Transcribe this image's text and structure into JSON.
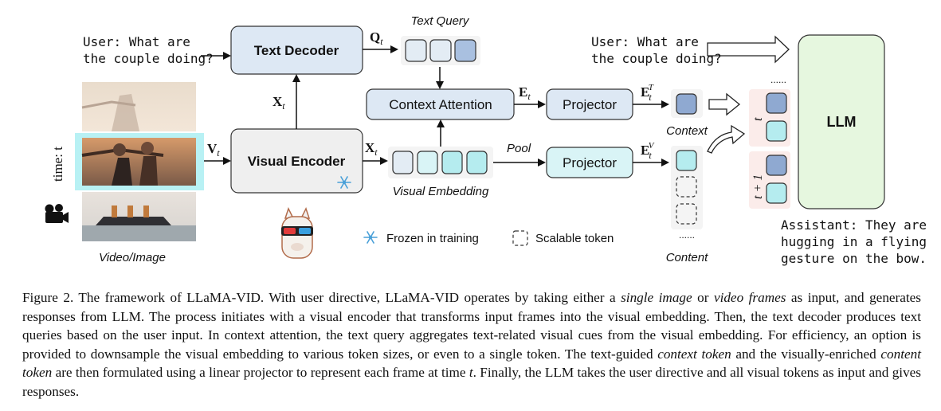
{
  "figure": {
    "user_query": [
      "User: What are",
      "the couple doing?"
    ],
    "user_query_right": [
      "User: What are",
      "the couple doing?"
    ],
    "text_decoder": "Text Decoder",
    "visual_encoder": "Visual Encoder",
    "context_attention": "Context Attention",
    "projector_top": "Projector",
    "projector_bottom": "Projector",
    "llm": "LLM",
    "text_query_label": "Text Query",
    "visual_embedding_label": "Visual Embedding",
    "pool_label": "Pool",
    "video_image_label": "Video/Image",
    "time_label": "time: t",
    "context_label": "Context",
    "content_label": "Content",
    "legend_frozen": "Frozen in training",
    "legend_scalable": "Scalable token",
    "assistant_reply": [
      "Assistant: They are",
      "hugging in a flying",
      "gesture on the bow."
    ],
    "dots": "......",
    "t_label": "t",
    "t1_label": "t + 1",
    "symbols": {
      "Qt": "Q",
      "Qt_sub": "t",
      "Et": "E",
      "Et_sub": "t",
      "EtT": "E",
      "EtT_sub": "t",
      "EtT_sup": "T",
      "EtV": "E",
      "EtV_sub": "t",
      "EtV_sup": "V",
      "Xt_up": "X",
      "Xt_up_sub": "t",
      "Xt_right": "X",
      "Xt_right_sub": "t",
      "Vt": "V",
      "Vt_sub": "t"
    }
  },
  "caption": {
    "p1": "Figure 2.  The framework of LLaMA-VID. With user directive, LLaMA-VID operates by taking either a ",
    "i1": "single image",
    "p2": " or ",
    "i2": "video frames",
    "p3": " as input, and generates responses from LLM. The process initiates with a visual encoder that transforms input frames into the visual embedding. Then, the text decoder produces text queries based on the user input. In context attention, the text query aggregates text-related visual cues from the visual embedding. For efficiency, an option is provided to downsample the visual embedding to various token sizes, or even to a single token. The text-guided ",
    "i3": "context token",
    "p4": " and the visually-enriched ",
    "i4": "content token",
    "p5": " are then formulated using a linear projector to represent each frame at time ",
    "i5": "t",
    "p6": ". Finally, the LLM takes the user directive and all visual tokens as input and gives responses."
  },
  "colors": {
    "box_blue": "#dde8f4",
    "box_gray": "#efefef",
    "box_cyan": "#d9f4f6",
    "token_cyan": "#b5ecef",
    "token_blue": "#8fa9d1",
    "token_light": "#e3ecf4",
    "llm_green": "#e6f7df",
    "token_column_bg": "#fbecea",
    "frame_highlight": "#b8f1f4"
  },
  "icons": [
    "snowflake-icon",
    "camera-icon",
    "llama-icon"
  ]
}
